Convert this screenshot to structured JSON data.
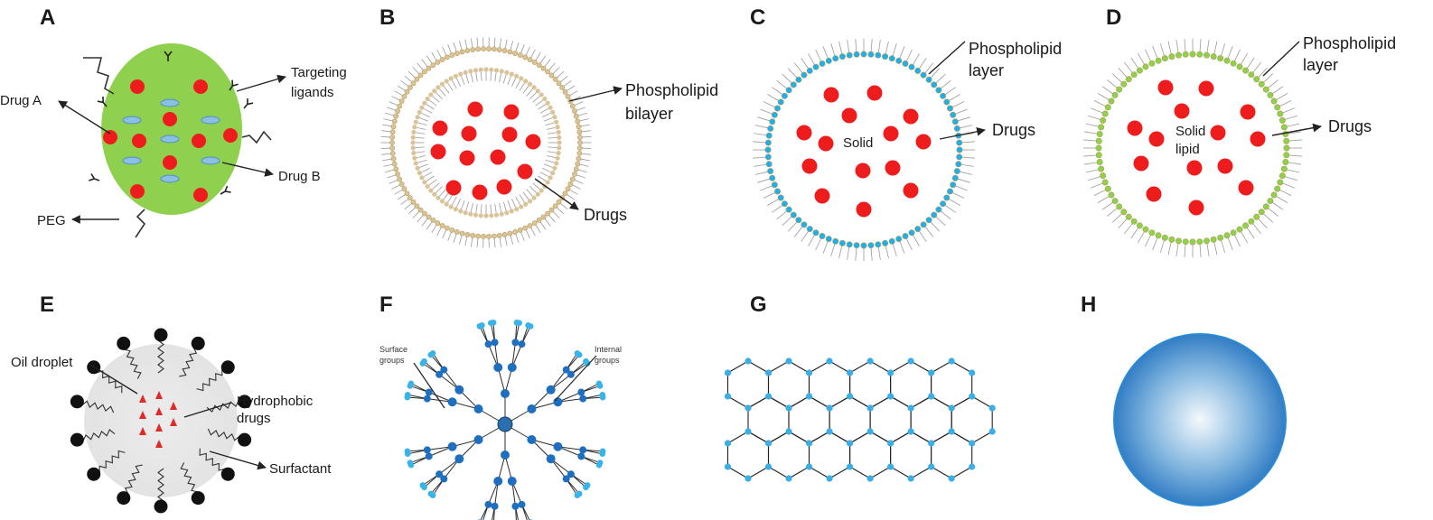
{
  "panels": {
    "A": {
      "letter": "A",
      "labels": {
        "drug_a": "Drug A",
        "targeting": "Targeting",
        "ligands": "ligands",
        "drug_b": "Drug B",
        "peg": "PEG"
      },
      "core_color": "#8fd14f"
    },
    "B": {
      "letter": "B",
      "labels": {
        "phospholipid": "Phospholipid",
        "bilayer": "bilayer",
        "drugs": "Drugs"
      },
      "head_color": "#d9c49a"
    },
    "C": {
      "letter": "C",
      "labels": {
        "phospholipid": "Phospholipid",
        "layer": "layer",
        "drugs": "Drugs",
        "core": "Solid"
      },
      "head_color": "#1eb0ea"
    },
    "D": {
      "letter": "D",
      "labels": {
        "phospholipid": "Phospholipid",
        "layer": "layer",
        "drugs": "Drugs",
        "core_line1": "Solid",
        "core_line2": "lipid"
      },
      "head_color": "#8cd24a"
    },
    "E": {
      "letter": "E",
      "labels": {
        "oil_droplet": "Oil droplet",
        "hydrophobic": "Hydrophobic",
        "drugs": "drugs",
        "surfactant": "Surfactant"
      }
    },
    "F": {
      "letter": "F",
      "labels": {
        "surface_line1": "Surface",
        "surface_line2": "groups",
        "internal_line1": "Internal",
        "internal_line2": "groups"
      },
      "node_color": "#1f6fc0",
      "tip_color": "#39b4ea"
    },
    "G": {
      "letter": "G",
      "node_color": "#3aaee6"
    },
    "H": {
      "letter": "H",
      "sphere_color": "#1f6fbf"
    }
  },
  "colors": {
    "drug_red": "#ee1c1c",
    "line_dark": "#333333"
  }
}
